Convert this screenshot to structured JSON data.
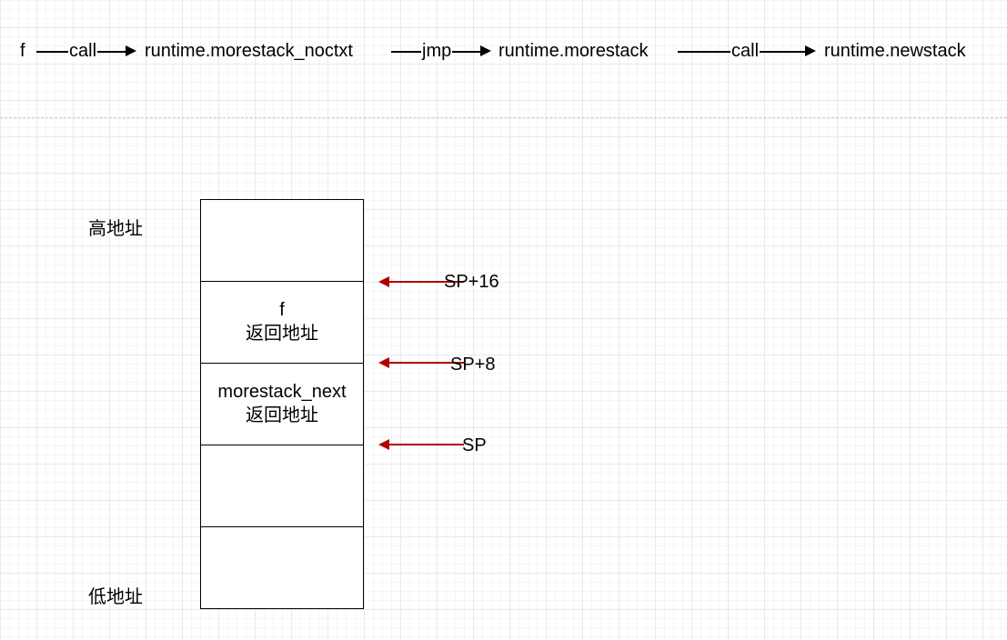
{
  "call_chain": {
    "nodes": [
      "f",
      "runtime.morestack_noctxt",
      "runtime.morestack",
      "runtime.newstack"
    ],
    "edges": [
      "call",
      "jmp",
      "call"
    ]
  },
  "stack": {
    "high_label": "高地址",
    "low_label": "低地址",
    "slots": [
      {
        "line1": "",
        "line2": ""
      },
      {
        "line1": "f",
        "line2": "返回地址"
      },
      {
        "line1": "morestack_next",
        "line2": "返回地址"
      },
      {
        "line1": "",
        "line2": ""
      },
      {
        "line1": "",
        "line2": ""
      }
    ],
    "pointers": [
      "SP+16",
      "SP+8",
      "SP"
    ]
  },
  "colors": {
    "pointer_arrow": "#b20000",
    "grid": "#e9e9e9",
    "divider": "#c9c9c9"
  }
}
